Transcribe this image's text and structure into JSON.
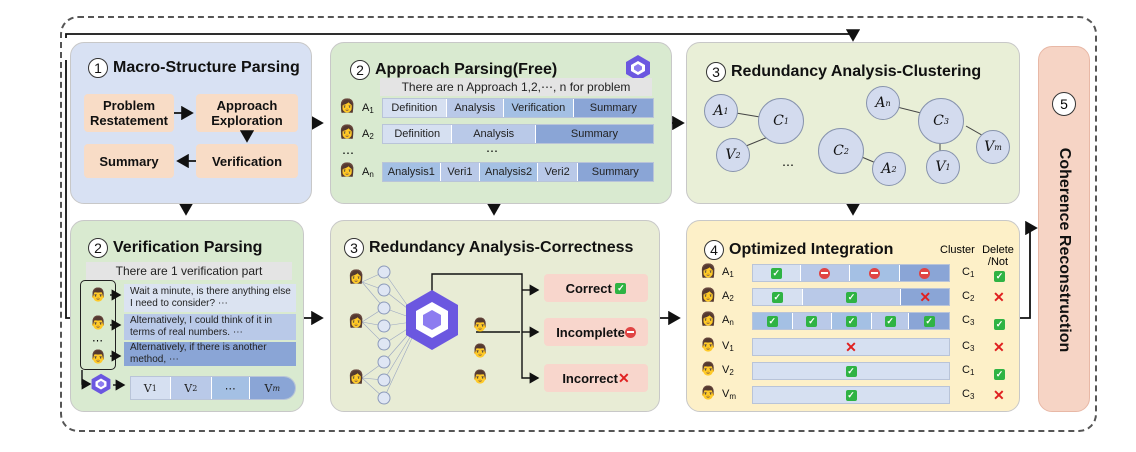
{
  "panel1": {
    "num": "1",
    "title": "Macro-Structure Parsing",
    "boxes": {
      "problem": "Problem Restatement",
      "approach": "Approach Exploration",
      "summary": "Summary",
      "verification": "Verification"
    }
  },
  "panel2a": {
    "num": "2",
    "title": "Approach Parsing(Free)",
    "header": "There are n Approach 1,2,⋯, n for problem",
    "dots": "⋯",
    "rows": [
      {
        "label": "A",
        "sub": "1",
        "segs": [
          "Definition",
          "Analysis",
          "Verification",
          "Summary"
        ]
      },
      {
        "label": "A",
        "sub": "2",
        "segs": [
          "Definition",
          "Analysis",
          "Summary"
        ]
      },
      {
        "label": "A",
        "sub": "n",
        "segs": [
          "Analysis1",
          "Veri1",
          "Analysis2",
          "Veri2",
          "Summary"
        ]
      }
    ]
  },
  "panel3a": {
    "num": "3",
    "title": "Redundancy Analysis-Clustering",
    "nodes": {
      "a1": "A",
      "a1s": "1",
      "c1": "C",
      "c1s": "1",
      "v2": "V",
      "v2s": "2",
      "an": "A",
      "ans": "n",
      "c3": "C",
      "c3s": "3",
      "vm": "V",
      "vms": "m",
      "c2": "C",
      "c2s": "2",
      "a2": "A",
      "a2s": "2",
      "v1": "V",
      "v1s": "1"
    },
    "dots": "⋯"
  },
  "panel2b": {
    "num": "2",
    "title": "Verification Parsing",
    "header": "There are 1 verification part",
    "texts": [
      "Wait a minute, is there anything else I need to consider? ⋯",
      "Alternatively, I could think of it in terms of real numbers. ⋯",
      "Alternatively, if there is another method, ⋯"
    ],
    "dots": "⋯",
    "vsegs": [
      {
        "l": "V",
        "s": "1"
      },
      {
        "l": "V",
        "s": "2"
      },
      {
        "l": "⋯",
        "s": ""
      },
      {
        "l": "V",
        "s": "m"
      }
    ]
  },
  "panel3b": {
    "num": "3",
    "title": "Redundancy Analysis-Correctness",
    "results": [
      "Correct",
      "Incomplete",
      "Incorrect"
    ]
  },
  "panel4": {
    "num": "4",
    "title": "Optimized Integration",
    "col_cluster": "Cluster",
    "col_delete": "Delete /Not",
    "rows": [
      {
        "label": "A",
        "sub": "1",
        "cluster": "C",
        "csub": "1",
        "keep": "ok"
      },
      {
        "label": "A",
        "sub": "2",
        "cluster": "C",
        "csub": "2",
        "keep": "x"
      },
      {
        "label": "A",
        "sub": "n",
        "cluster": "C",
        "csub": "3",
        "keep": "ok"
      },
      {
        "label": "V",
        "sub": "1",
        "cluster": "C",
        "csub": "3",
        "keep": "x"
      },
      {
        "label": "V",
        "sub": "2",
        "cluster": "C",
        "csub": "1",
        "keep": "ok"
      },
      {
        "label": "V",
        "sub": "m",
        "cluster": "C",
        "csub": "3",
        "keep": "x"
      }
    ]
  },
  "panel5": {
    "num": "5",
    "title": "Coherence Reconstruction"
  },
  "colors": {
    "panel1_bg": "#d8e1f3",
    "panel2_bg": "#d9ead0",
    "panel3a_bg": "#e9efd7",
    "panel3b_bg": "#e8ecd5",
    "panel4_bg": "#fdf0c8",
    "panel5_bg": "#f6d4c5",
    "orange_box": "#f8dcc6"
  }
}
